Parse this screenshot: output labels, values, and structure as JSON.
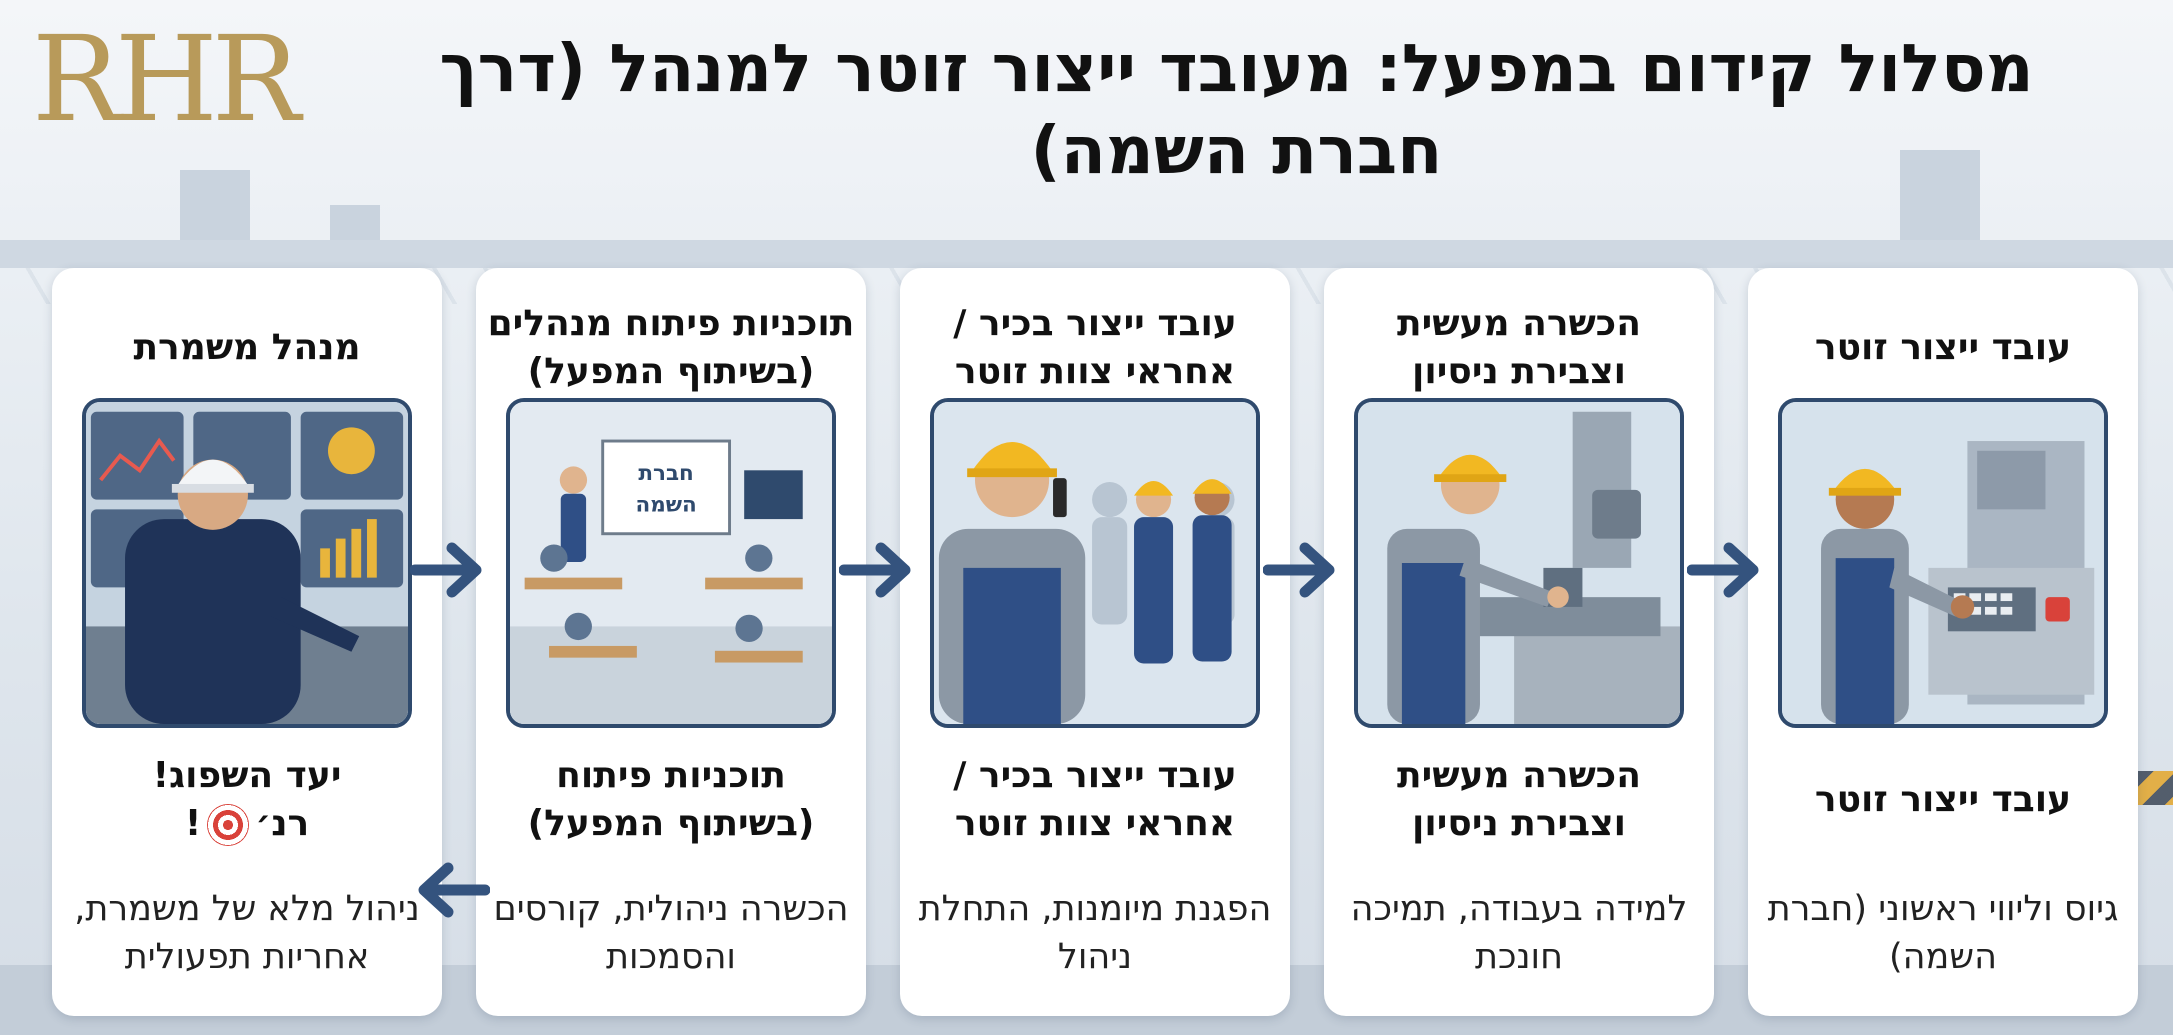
{
  "logo": "RHR",
  "title": "מסלול קידום במפעל: מעובד ייצור זוטר למנהל (דרך חברת השמה)",
  "steps": [
    {
      "top": "עובד ייצור זוטר",
      "sub": "עובד ייצור זוטר",
      "desc": "גיוס וליווי ראשוני (חברת השמה)"
    },
    {
      "top": "הכשרה מעשית וצבירת ניסיון",
      "sub": "הכשרה מעשית וצבירת ניסיון",
      "desc": "למידה בעבודה, תמיכה חונכת"
    },
    {
      "top": "עובד ייצור בכיר / אחראי צוות זוטר",
      "sub": "עובד ייצור בכיר / אחראי צוות זוטר",
      "desc": "הפגנת מיומנות, התחלת ניהול"
    },
    {
      "top": "תוכניות פיתוח מנהלים (בשיתוף המפעל)",
      "sub": "תוכניות פיתוח (בשיתוף המפעל)",
      "desc": "הכשרה ניהולית, קורסים והסמכות"
    },
    {
      "top": "מנהל משמרת",
      "sub_line1": "יעד השפוג!",
      "sub_line2a": "רנ׳",
      "sub_line2b": "!",
      "desc": "ניהול מלא של משמרת, אחריות תפעולית"
    }
  ],
  "whiteboard_text": "חברת השמה",
  "colors": {
    "arrow": "#34537e",
    "frame": "#2f4a6d",
    "logo": "#b89a5a",
    "helmet": "#f2b822",
    "overalls": "#2f4f86"
  }
}
